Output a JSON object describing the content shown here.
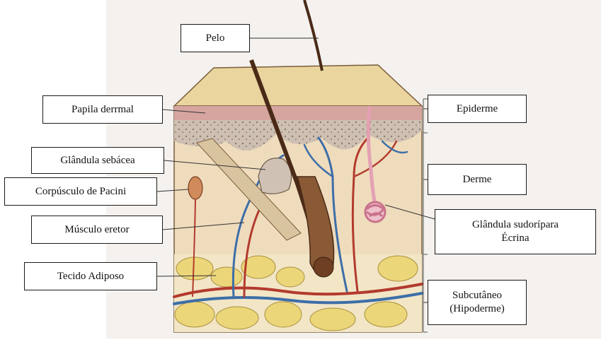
{
  "diagram": {
    "labels": {
      "pelo": "Pelo",
      "papila": "Papila derrmal",
      "sebacea": "Glândula sebácea",
      "pacini": "Corpúsculo de Pacini",
      "eretor": "Músculo eretor",
      "adiposo": "Tecido Adiposo",
      "epiderme": "Epiderme",
      "derme": "Derme",
      "sudoripara": "Glândula sudorípara\nÉcrina",
      "subcutaneo": "Subcutâneo\n(Hipoderme)"
    },
    "colors": {
      "hair": "#4a2a17",
      "epidermis": "#d9b98b",
      "dermis": "#eed9b8",
      "artery": "#b33a2e",
      "vein": "#3d6ea8",
      "fat": "#ead27a",
      "sweat_gland": "#e3a1b3"
    }
  }
}
